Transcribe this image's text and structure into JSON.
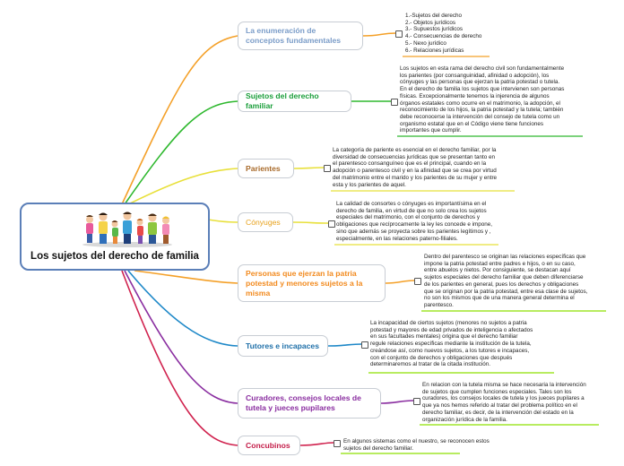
{
  "central": {
    "title": "Los sujetos del derecho de familia"
  },
  "colors": {
    "orange": "#f4a028",
    "green": "#2eb82e",
    "yellow": "#e8e03a",
    "blue": "#1e88c8",
    "purple": "#8a2ea0",
    "crimson": "#d0224e",
    "lime": "#8ee000"
  },
  "topics": [
    {
      "label": "La enumeración de\nconceptos fundamentales",
      "detail": "1.-Sujetos del derecho\n2.- Objetos jurídicos\n3.- Supuestos jurídicos\n4.- Consecuencias de derecho\n5.- Nexo jurídico\n6.- Relaciones jurídicas"
    },
    {
      "label": "Sujetos del derecho familiar",
      "detail": "Los sujetos en esta rama del derecho civil son fundamentalmente\nlos parientes (por consanguinidad, afinidad o adopción), los\ncónyuges y las personas que ejerzan la patria potestad o tutela.\nEn el derecho de familia los sujetos que intervienen son personas\nfísicas. Excepcionalmente tenemos la injerencia de algunos\nórganos estatales como ocurre en el matrimonio, la adopción, el\nreconocimiento de los hijos, la patria potestad y la tutela; también\ndebe reconocerse la intervención del consejo de tutela como un\norganismo estatal que en el Código viene tiene funciones\nimportantes que cumplir."
    },
    {
      "label": "Parientes",
      "detail": "La categoría de pariente es esencial en el derecho familiar, por la\ndiversidad de consecuencias jurídicas que se presentan tanto en\nel parentesco consanguíneo que es el principal, cuando en la\nadopción o parentesco civil y en la afinidad que se crea por virtud\ndel matrimonio entre el marido y los parientes de su mujer y entre\nesta y los parientes de aquel."
    },
    {
      "label": "Cónyuges",
      "detail": "La calidad de consortes o cónyuges es importantísima en el\nderecho de familia, en virtud de que no solo crea los sujetos\nespeciales del matrimonio, con el conjunto de derechos y\nobligaciones que recíprocamente la ley les concede e impone,\nsino que además se proyecta sobre los parientes legítimos y ,\nespecialmente, en las relaciones paterno-filiales."
    },
    {
      "label": "Personas que ejerzan la patria\npotestad y menores sujetos a la\nmisma",
      "detail": "Dentro del parentesco se originan las relaciones específicas que\nimpone la patria potestad entre padres e hijos, o en su caso,\nentre abuelos y nietos. Por consiguiente, se destacan aquí\nsujetos especiales del derecho familiar que deben diferenciarse\nde los parientes en general, pues los derechos y obligaciones\nque se originan por la patria potestad, entre esa clase de sujetos,\nno son los mismos que de una manera general determina el\nparentesco."
    },
    {
      "label": "Tutores e incapaces",
      "detail": "La incapacidad de ciertos sujetos (menores no sujetos a patria\npotestad y mayores de edad privados de inteligencia o afectados\nen sus facultades mentales) origina que el derecho familiar\nregule relaciones específicas mediante la institución de la tutela,\ncreándose así, como nuevos sujetos, a los tutores e incapaces,\ncon el conjunto de derechos y obligaciones que después\ndeterminaremos al tratar de la citada institución."
    },
    {
      "label": "Curadores, consejos locales de\ntutela y jueces pupilares",
      "detail": "En relacion con la tutela misma se hace necesaria la intervención\nde sujetos que cumplen funciones especiales. Tales son los\ncuradores, los consejos locales de tutela y los jueces pupilares a\nque ya nos hemos referido al tratar del problema político en el\nderecho familiar, es decir, de la intervención del estado en la\norganización jurídica de la familia."
    },
    {
      "label": "Concubinos",
      "detail": "En algunos sistemas como el nuestro, se reconocen estos\nsujetos del derecho familiar."
    }
  ]
}
